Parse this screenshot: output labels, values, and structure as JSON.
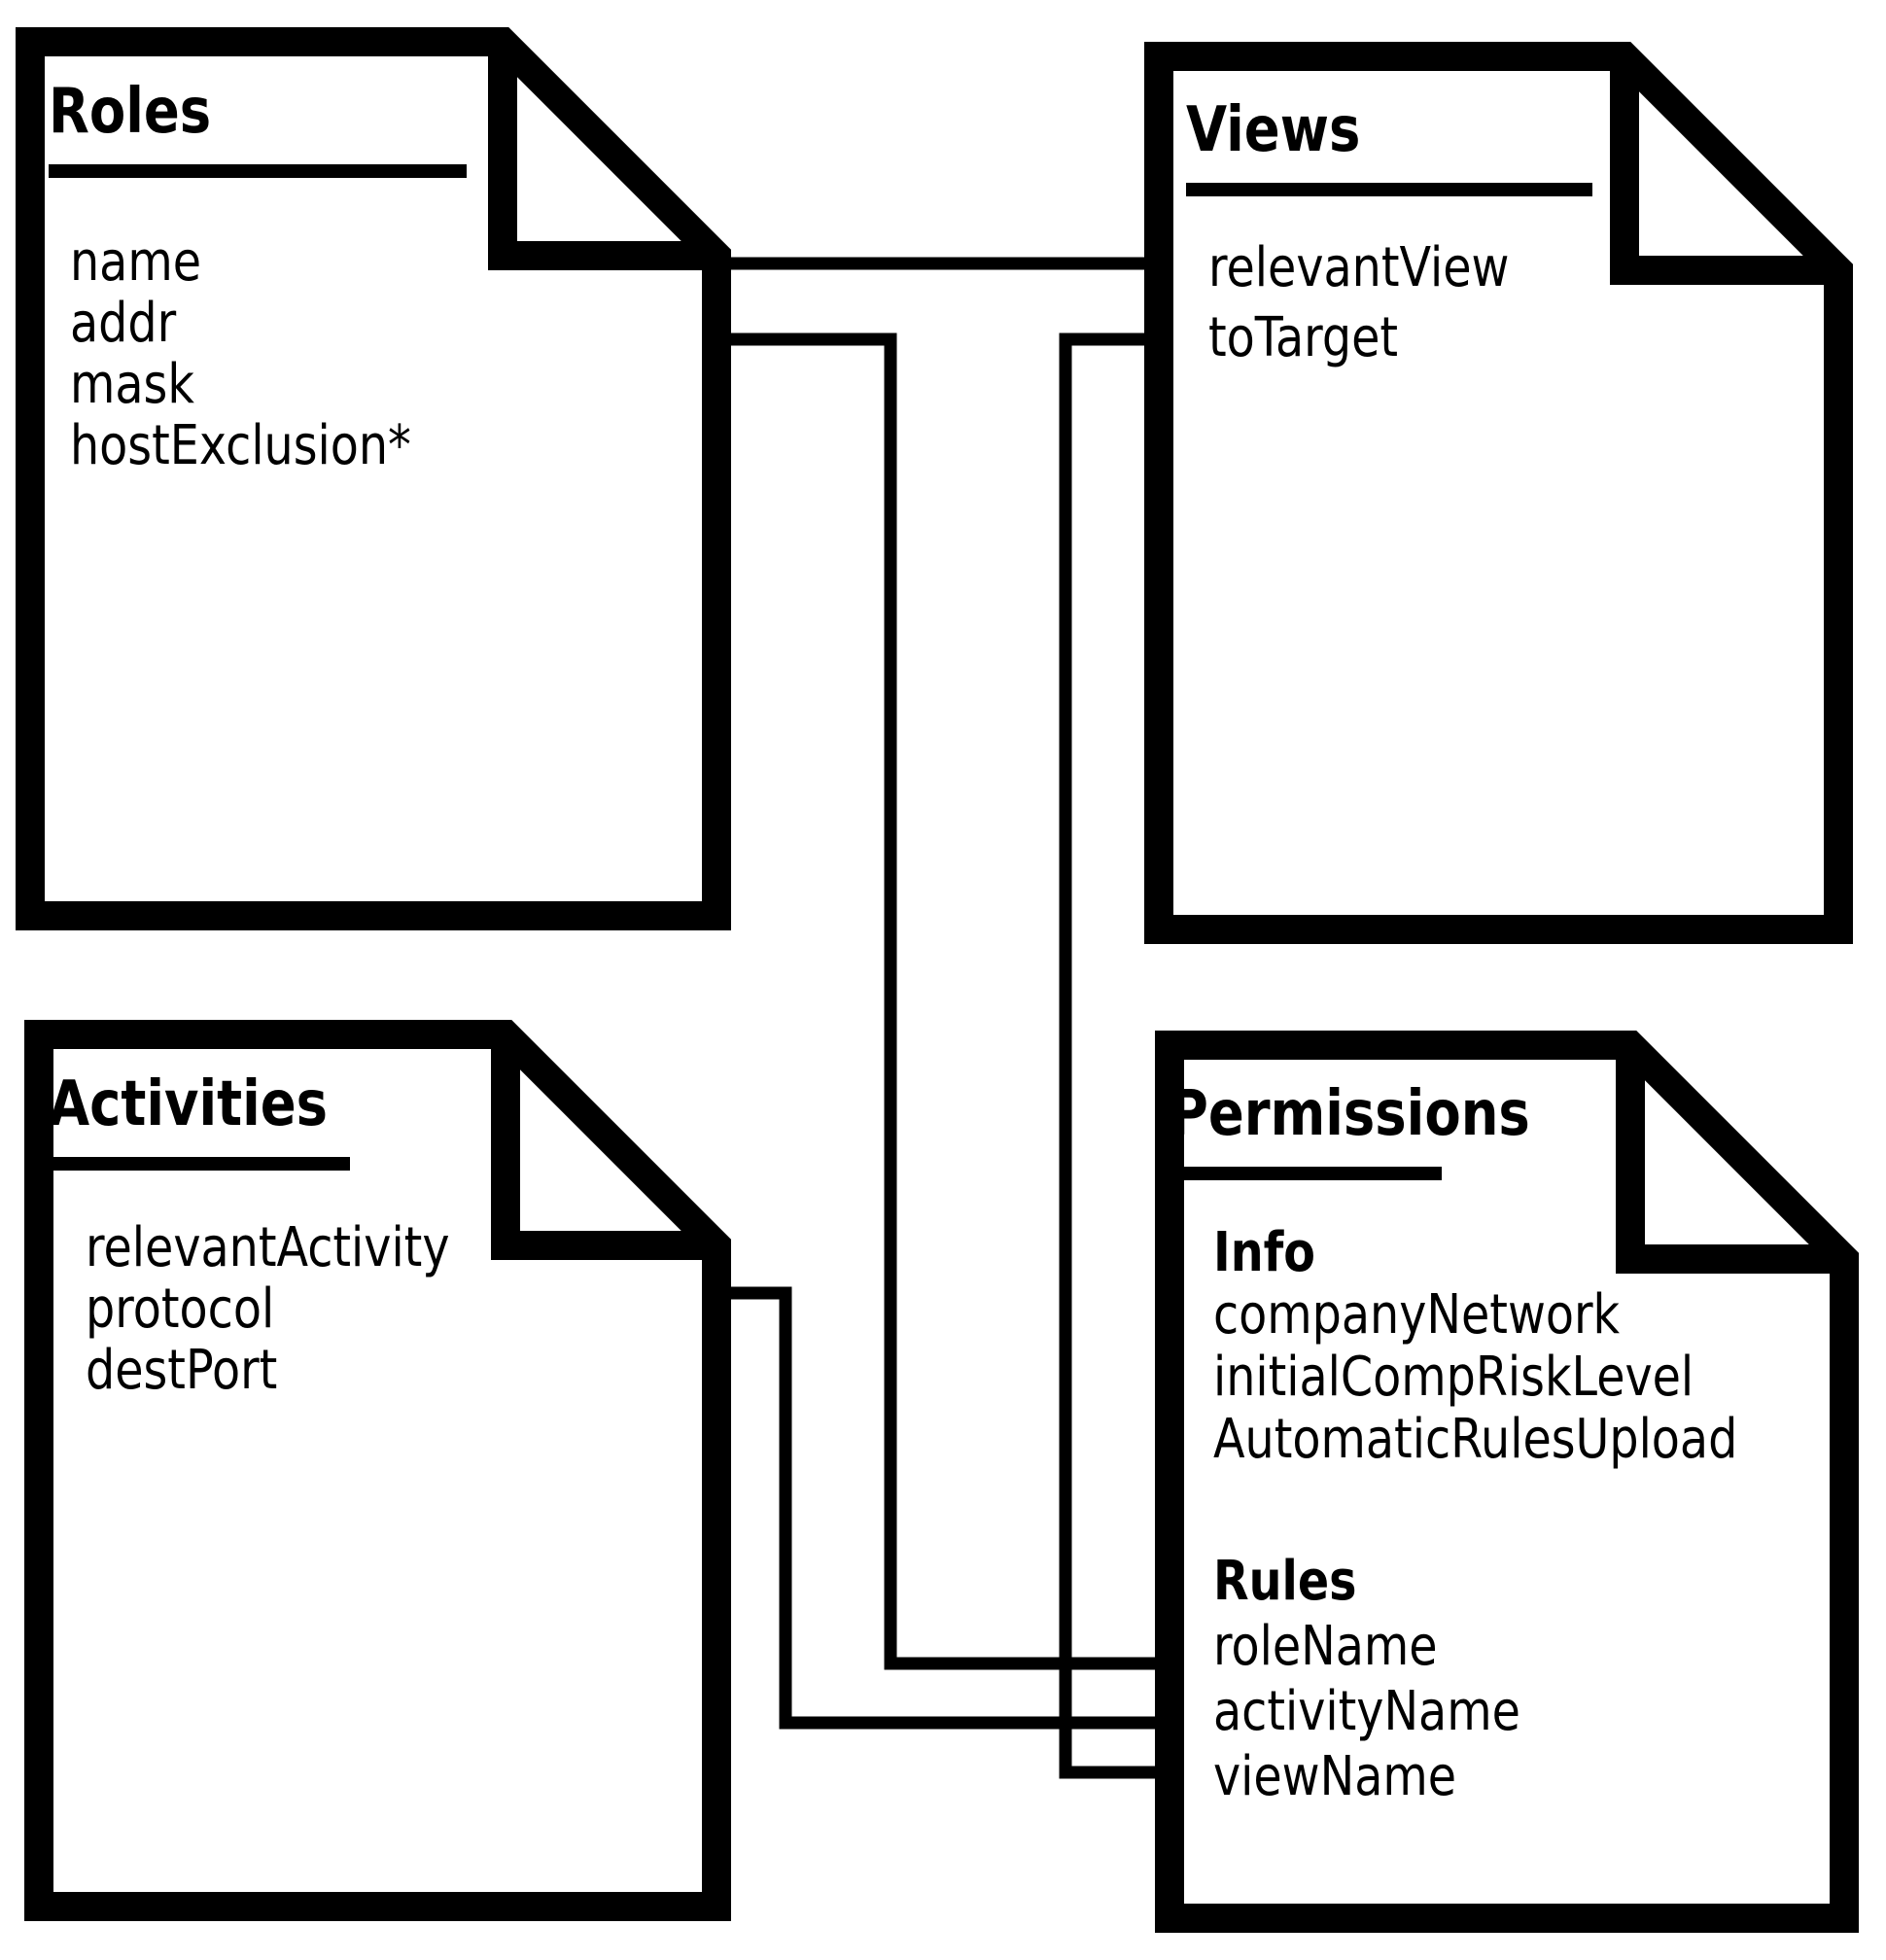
{
  "diagram_type": "entity-note-diagram",
  "colors": {
    "ink": "#000000",
    "paper": "#ffffff"
  },
  "boxes": {
    "roles": {
      "title": "Roles",
      "fields": [
        "name",
        "addr",
        "mask",
        "hostExclusion*"
      ]
    },
    "views": {
      "title": "Views",
      "fields": [
        "relevantView",
        "toTarget"
      ]
    },
    "activities": {
      "title": "Activities",
      "fields": [
        "relevantActivity",
        "protocol",
        "destPort"
      ]
    },
    "permissions": {
      "title": "Permissions",
      "sections": [
        {
          "heading": "Info",
          "fields": [
            "companyNetwork",
            "initialCompRiskLevel",
            "AutomaticRulesUpload"
          ]
        },
        {
          "heading": "Rules",
          "fields": [
            "roleName",
            "activityName",
            "viewName"
          ]
        }
      ]
    }
  },
  "connectors": [
    {
      "from": "Roles",
      "to": "Views.relevantView"
    },
    {
      "from": "Roles",
      "to": "Permissions.Rules.roleName"
    },
    {
      "from": "Views",
      "to": "Permissions.Rules.viewName"
    },
    {
      "from": "Activities",
      "to": "Permissions.Rules.activityName"
    }
  ]
}
